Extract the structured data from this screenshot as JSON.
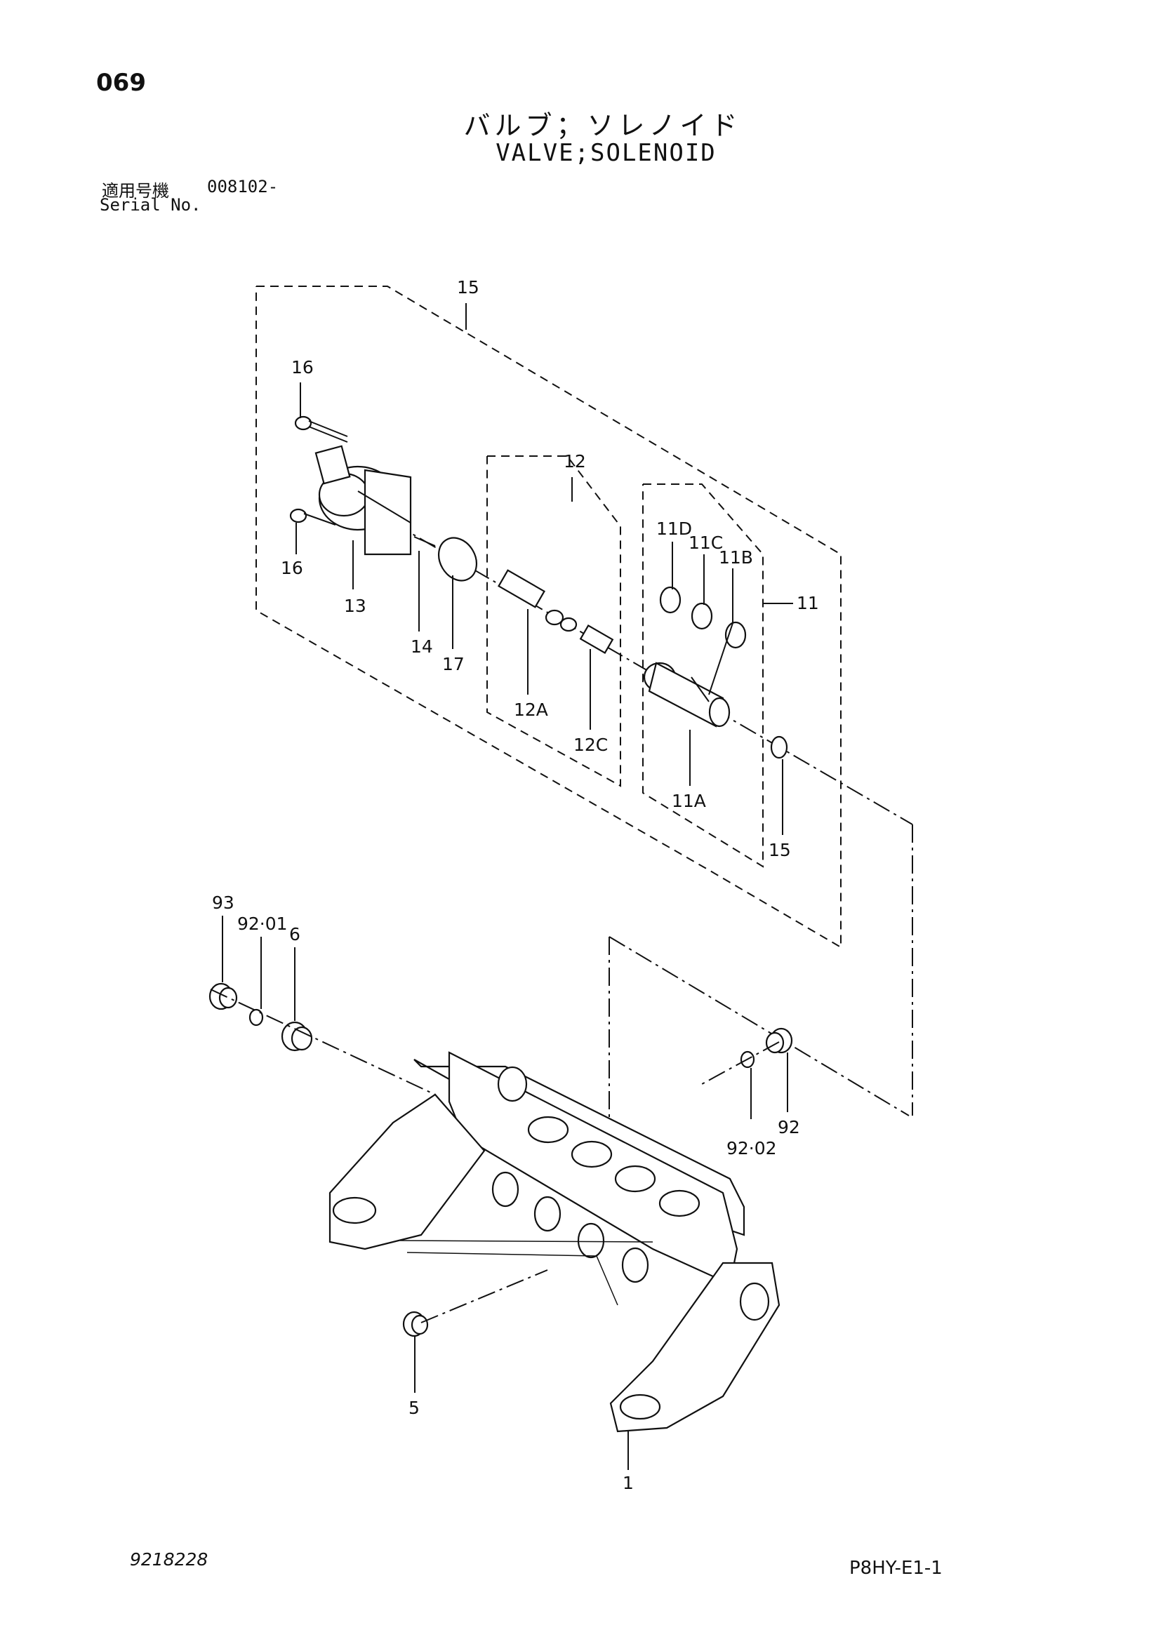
{
  "header": {
    "page_number": "069",
    "title_jp": "バルブ；ソレノイド",
    "title_en": "VALVE;SOLENOID",
    "serial_label_jp": "適用号機",
    "serial_value": "008102-",
    "serial_label_en": "Serial No."
  },
  "callouts": {
    "c15_top": "15",
    "c16_top": "16",
    "c16_bottom": "16",
    "c13": "13",
    "c14": "14",
    "c17": "17",
    "c12": "12",
    "c12A": "12A",
    "c12C": "12C",
    "c11D": "11D",
    "c11C": "11C",
    "c11B": "11B",
    "c11": "11",
    "c11A": "11A",
    "c15_bottom": "15",
    "c93": "93",
    "c92_01": "92·01",
    "c6": "6",
    "c92": "92",
    "c92_02": "92·02",
    "c5": "5",
    "c1": "1"
  },
  "footer": {
    "drawing_number": "9218228",
    "page_code": "P8HY-E1-1"
  }
}
